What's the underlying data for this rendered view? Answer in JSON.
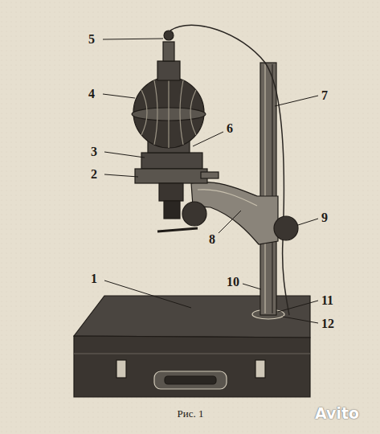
{
  "diagram": {
    "caption": "Рис. 1",
    "labels": [
      "5",
      "4",
      "3",
      "2",
      "6",
      "7",
      "8",
      "9",
      "1",
      "10",
      "11",
      "12",
      "Avito"
    ]
  }
}
